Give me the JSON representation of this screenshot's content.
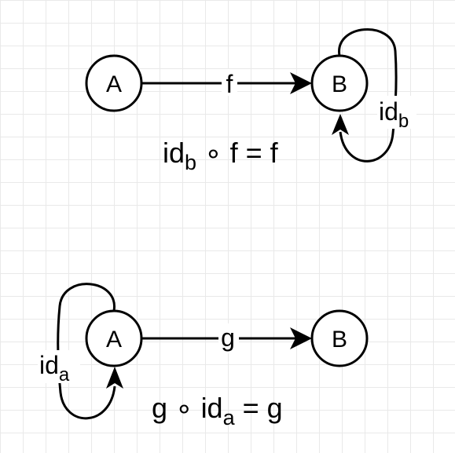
{
  "diagram1": {
    "node_a": "A",
    "node_b": "B",
    "arrow_label": "f",
    "loop_label": {
      "base": "id",
      "sub": "b"
    },
    "equation": {
      "id": "id",
      "sub": "b",
      "rest": " ∘ f = f"
    }
  },
  "diagram2": {
    "node_a": "A",
    "node_b": "B",
    "arrow_label": "g",
    "loop_label": {
      "base": "id",
      "sub": "a"
    },
    "equation": {
      "pre": "g ∘ ",
      "id": "id",
      "sub": "a",
      "rest": " = g"
    }
  }
}
